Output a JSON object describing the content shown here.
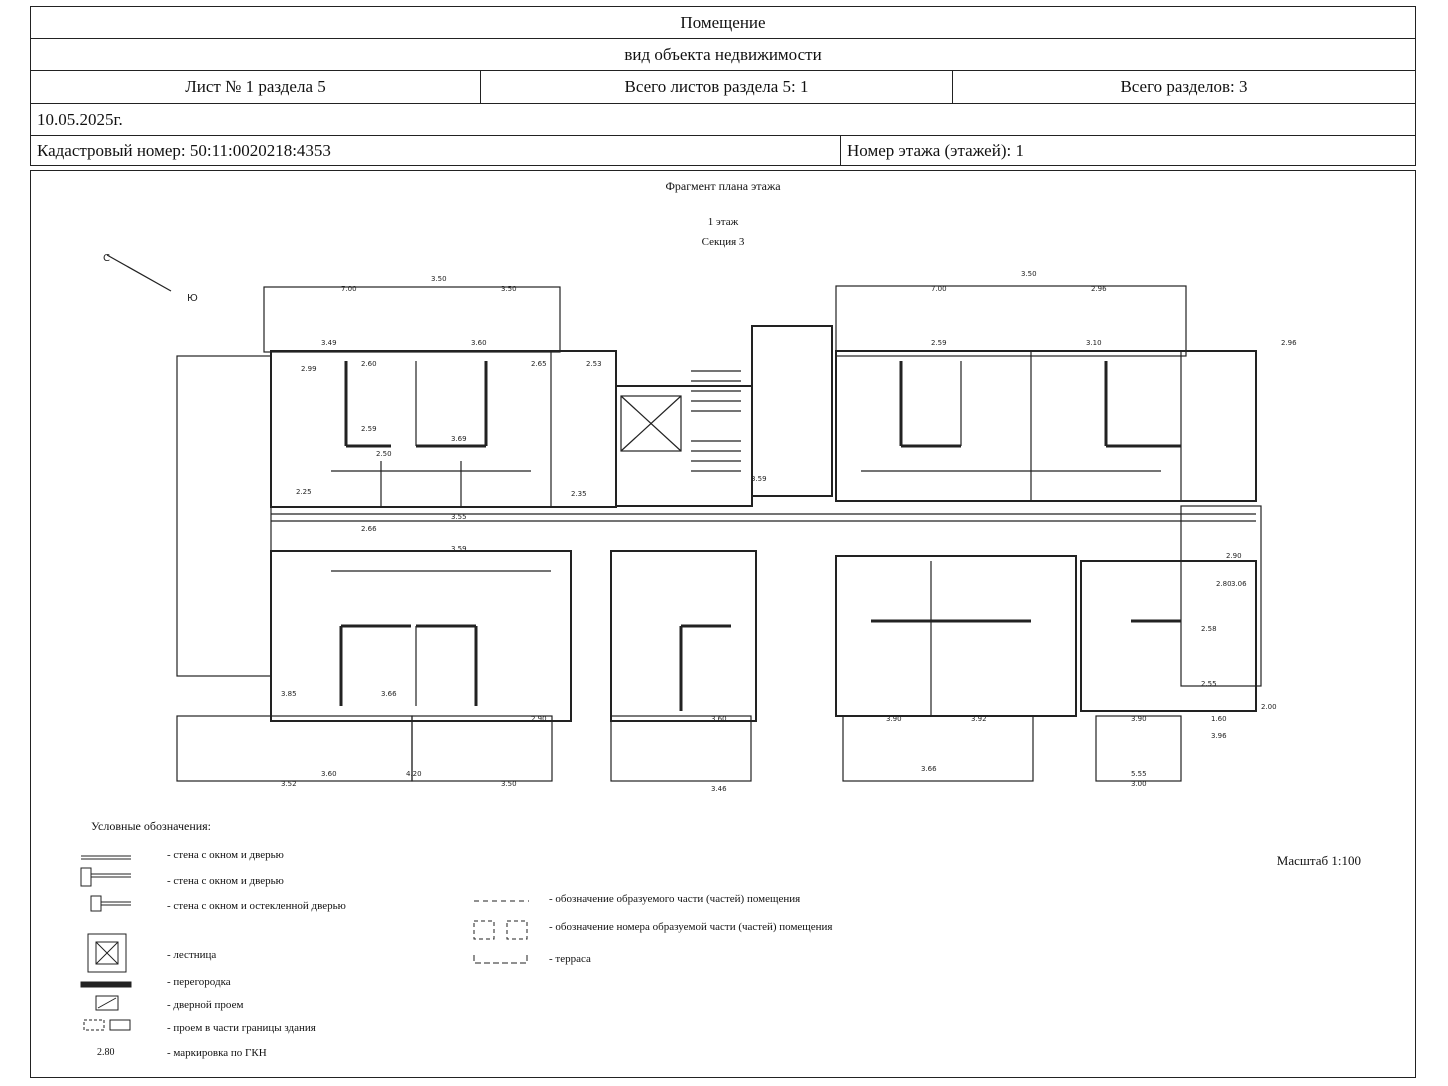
{
  "header": {
    "title": "Помещение",
    "subtitle": "вид объекта недвижимости",
    "sheet": "Лист № 1 раздела 5",
    "sheets_total": "Всего листов раздела 5: 1",
    "sections_total": "Всего разделов: 3",
    "date": "10.05.2025г.",
    "cadastral": "Кадастровый номер: 50:11:0020218:4353",
    "floor": "Номер этажа (этажей): 1"
  },
  "plan": {
    "title": "Фрагмент плана этажа",
    "floor": "1 этаж",
    "section": "Секция 3",
    "north_label": "Ю",
    "north_c": "С",
    "scale": "Масштаб 1:100",
    "dimensions": [
      "3.50",
      "7.00",
      "3.50",
      "3.50",
      "7.00",
      "2.96",
      "2.59",
      "3.10",
      "2.96",
      "3.49",
      "3.60",
      "2.60",
      "2.65",
      "2.53",
      "2.99",
      "2.59",
      "2.50",
      "3.69",
      "2.25",
      "2.35",
      "3.55",
      "2.66",
      "3.59",
      "3.85",
      "3.66",
      "3.60",
      "4.20",
      "3.52",
      "3.50",
      "3.46",
      "3.60",
      "3.66",
      "5.55",
      "3.00",
      "3.96",
      "1.60",
      "2.00",
      "2.55",
      "2.58",
      "2.80",
      "2.90",
      "3.06",
      "3.90",
      "3.90",
      "3.92",
      "2.90",
      "3.59"
    ]
  },
  "legend": {
    "title": "Условные обозначения:",
    "items": [
      "- стена с окном и дверью",
      "- стена с окном и дверью",
      "- стена с окном и остекленной дверью",
      "- лестница",
      "- перегородка",
      "- дверной проем",
      "- проем в части границы здания",
      "- маркировка по ГКН"
    ],
    "marking_value": "2.80",
    "items2": [
      "- обозначение образуемого части (частей) помещения",
      "- обозначение номера образуемой части (частей) помещения",
      "- терраса"
    ]
  }
}
